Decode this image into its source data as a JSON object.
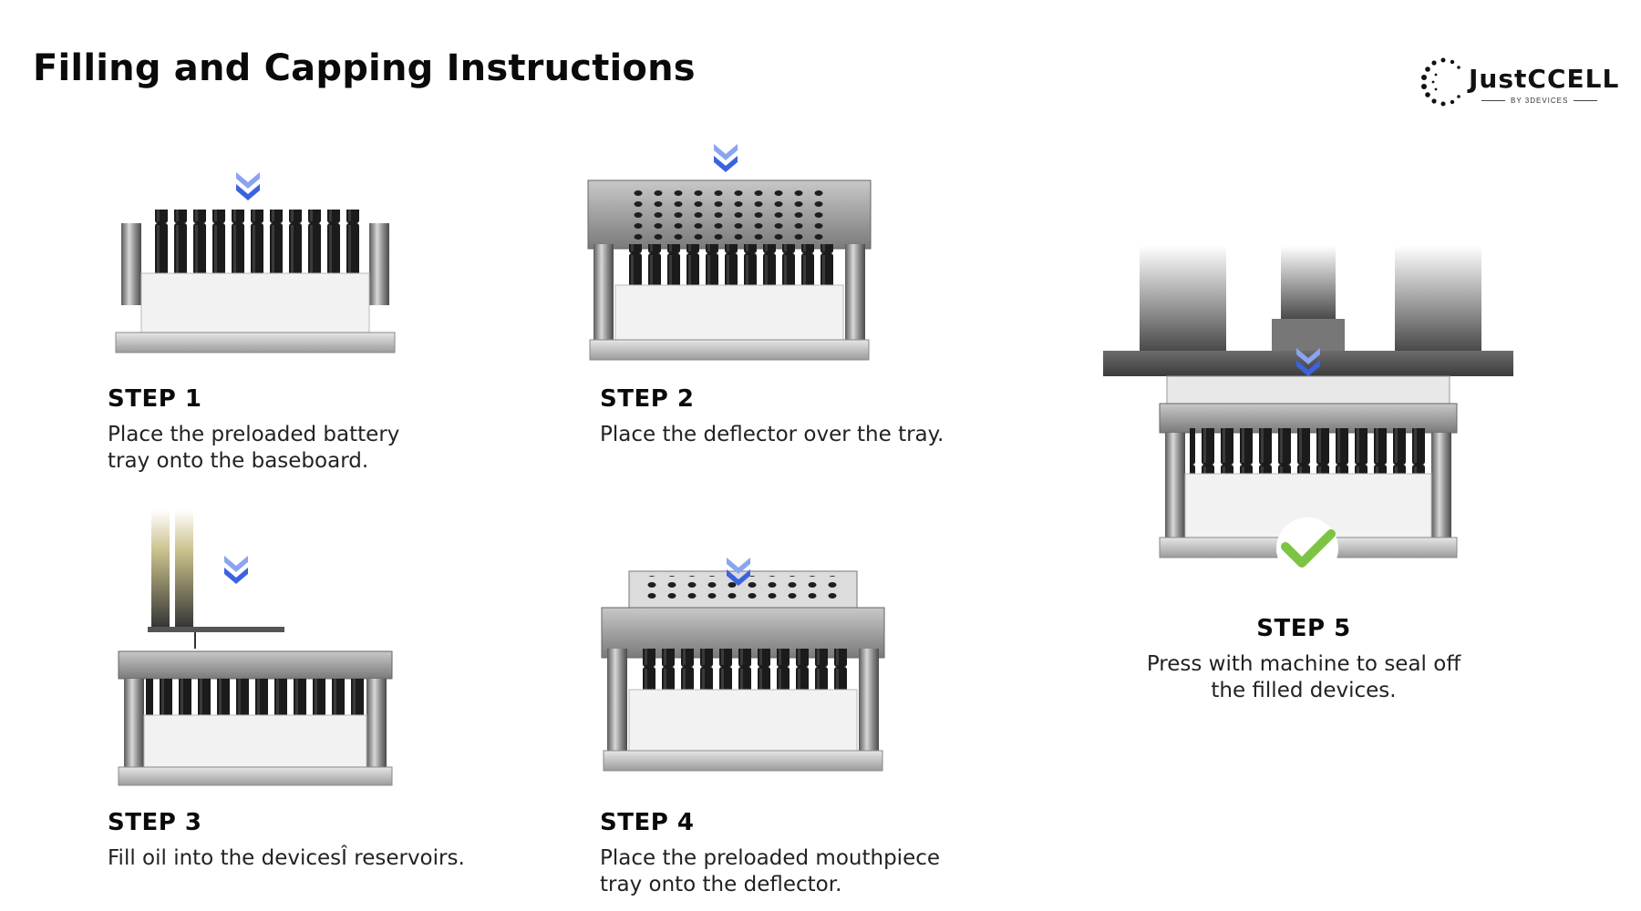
{
  "page": {
    "title": "Filling and Capping Instructions"
  },
  "logo": {
    "name": "JustCCELL",
    "tagline": "BY 3DEVICES"
  },
  "steps": [
    {
      "label": "STEP 1",
      "description_lines": [
        "Place the preloaded battery",
        "tray onto the baseboard."
      ]
    },
    {
      "label": "STEP 2",
      "description_lines": [
        "Place the deflector over the tray."
      ]
    },
    {
      "label": "STEP 3",
      "description_lines": [
        "Fill oil into the devicesÎ reservoirs."
      ]
    },
    {
      "label": "STEP 4",
      "description_lines": [
        "Place the preloaded mouthpiece",
        "tray onto the deflector."
      ]
    },
    {
      "label": "STEP 5",
      "description_lines": [
        "Press with machine to seal off",
        "the filled devices."
      ]
    }
  ],
  "colors": {
    "arrow_blue": "#3b63e0",
    "check_green": "#7cc443",
    "metal_gray": "#9a9a9a",
    "dark_device": "#1a1a1a"
  },
  "icons": [
    "down-chevron-icon",
    "checkmark-icon",
    "logo-dots-icon"
  ]
}
